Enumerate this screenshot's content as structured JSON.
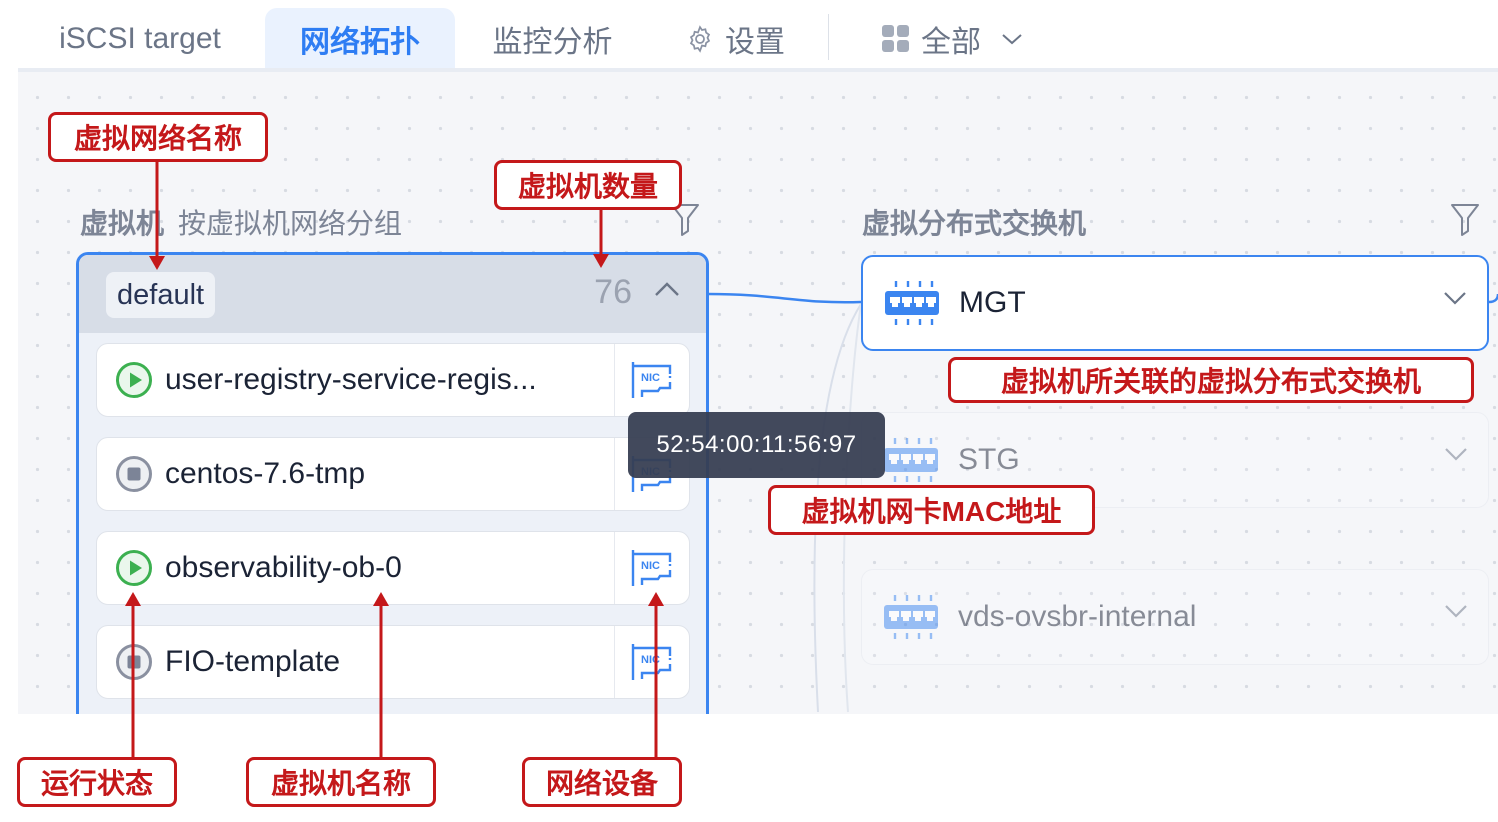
{
  "tabs": [
    {
      "label": "iSCSI target",
      "active": false,
      "icon": null
    },
    {
      "label": "网络拓扑",
      "active": true,
      "icon": null
    },
    {
      "label": "监控分析",
      "active": false,
      "icon": null
    },
    {
      "label": "设置",
      "active": false,
      "icon": "gear-icon"
    },
    {
      "label": "全部",
      "active": false,
      "icon": "grid-icon",
      "dropdown": true
    }
  ],
  "vm_panel": {
    "title": "虚拟机",
    "subtitle": "按虚拟机网络分组",
    "group": {
      "network_name": "default",
      "vm_count": "76",
      "expanded": true,
      "vms": [
        {
          "name": "user-registry-service-regis...",
          "status": "running",
          "nic": "NIC"
        },
        {
          "name": "centos-7.6-tmp",
          "status": "stopped",
          "nic": "NIC"
        },
        {
          "name": "observability-ob-0",
          "status": "running",
          "nic": "NIC"
        },
        {
          "name": "FIO-template",
          "status": "stopped",
          "nic": "NIC"
        }
      ]
    }
  },
  "vds_panel": {
    "title": "虚拟分布式交换机",
    "switches": [
      {
        "name": "MGT",
        "active": true
      },
      {
        "name": "STG",
        "active": false
      },
      {
        "name": "vds-ovsbr-internal",
        "active": false
      }
    ]
  },
  "tooltip": {
    "mac": "52:54:00:11:56:97"
  },
  "annotations": {
    "network_name": "虚拟网络名称",
    "vm_count": "虚拟机数量",
    "associated_vds": "虚拟机所关联的虚拟分布式交换机",
    "nic_mac": "虚拟机网卡MAC地址",
    "run_status": "运行状态",
    "vm_name": "虚拟机名称",
    "network_device": "网络设备"
  },
  "colors": {
    "accent": "#2e7df3",
    "running": "#3cb050",
    "stopped": "#8a90a0",
    "annotation": "#c4181a",
    "tooltip_bg": "#363e52"
  }
}
